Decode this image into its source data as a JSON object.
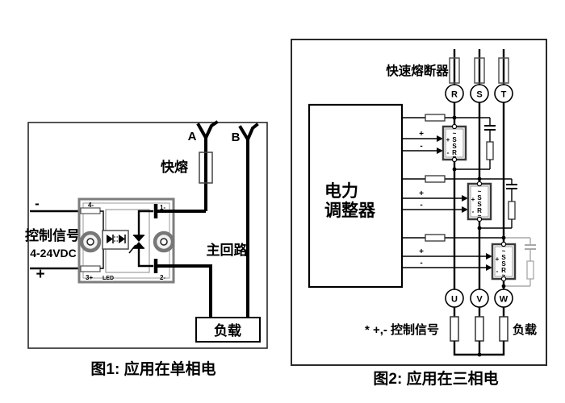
{
  "page": {
    "background": "#ffffff"
  },
  "colors": {
    "wire": "#000000",
    "module_border": "#7d7d7d",
    "snubber3_gray": "#a8a8a8"
  },
  "fig1": {
    "caption": "图1: 应用在单相电",
    "labels": {
      "terminal_a": "A",
      "terminal_b": "B",
      "fuse": "快熔",
      "control_signal": "控制信号",
      "control_voltage": "4-24VDC",
      "minus": "-",
      "plus": "+",
      "main_circuit": "主回路",
      "load": "负载"
    },
    "ssr_module": {
      "t4": "4-",
      "t1": "1-",
      "t3": "3+",
      "led": "LED",
      "t2": "2-"
    }
  },
  "fig2": {
    "caption": "图2: 应用在三相电",
    "labels": {
      "fuse": "快速熔断器",
      "regulator_line1": "电力",
      "regulator_line2": "调整器",
      "control_signal": "* +,- 控制信号",
      "load": "负载",
      "plus": "+",
      "minus": "-"
    },
    "phases_in": [
      "R",
      "S",
      "T"
    ],
    "phases_out": [
      "U",
      "V",
      "W"
    ],
    "ssr": {
      "tilde": "~",
      "s1": "S",
      "s2": "S",
      "r": "R",
      "plus": "+",
      "minus": "-"
    }
  }
}
